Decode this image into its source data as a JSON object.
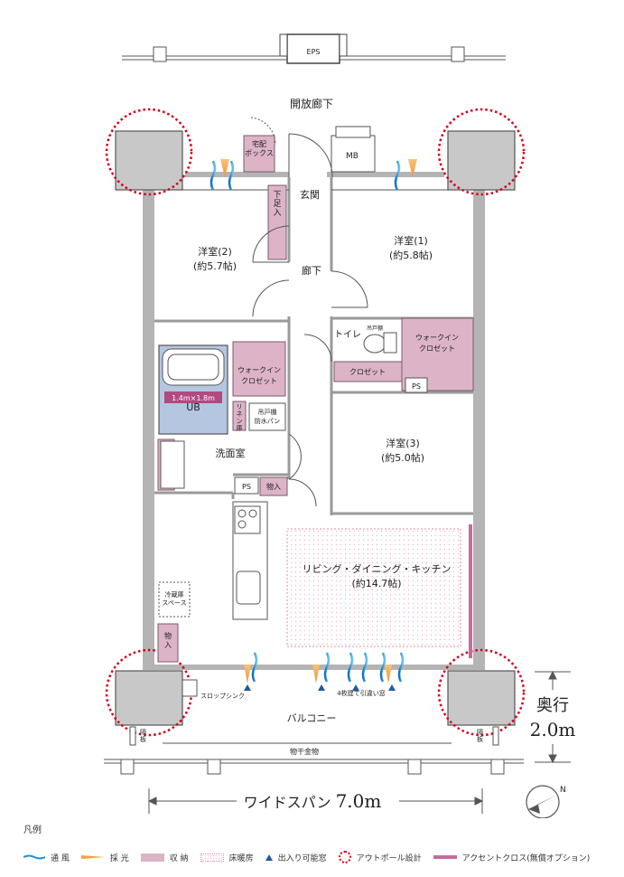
{
  "eps_label": "EPS",
  "corridor_label": "開放廊下",
  "mb_label": "MB",
  "delivery_box_label": "宅配\nボックス",
  "entrance_label": "玄関",
  "shoe_storage_label": "下足入",
  "hallway_label": "廊下",
  "room2": {
    "name": "洋室(2)",
    "size": "(約5.7帖)"
  },
  "room1": {
    "name": "洋室(1)",
    "size": "(約5.8帖)"
  },
  "room3": {
    "name": "洋室(3)",
    "size": "(約5.0帖)"
  },
  "toilet_label": "トイレ",
  "toilet_cabinet_label": "吊戸棚",
  "walkin_closet_label": "ウォークイン\nクロゼット",
  "closet_label": "クロゼット",
  "ps_label": "PS",
  "ub_label": "UB",
  "ub_size": "1.4m×1.8m",
  "linen_label": "リネン庫",
  "washer_label": "吊戸棚\n防水パン",
  "washroom_label": "洗面室",
  "storage_label": "物入",
  "fridge_label": "冷蔵庫\nスペース",
  "ldk": {
    "name": "リビング・ダイニング・キッチン",
    "size": "(約14.7帖)"
  },
  "sliding_window_label": "4枚建て引違い窓",
  "slop_sink_label": "スロップシンク",
  "balcony_label": "バルコニー",
  "partition_label": "隔\n板",
  "drying_rack_label": "物干金物",
  "depth_label": "奥行",
  "depth_value": "2.0m",
  "width_prefix": "ワイドスパン",
  "width_value": "7.0m",
  "compass_label": "N",
  "legend": {
    "title": "凡例",
    "items": [
      {
        "key": "wind",
        "label": "通 風"
      },
      {
        "key": "light",
        "label": "採 光"
      },
      {
        "key": "storage",
        "label": "収 納"
      },
      {
        "key": "floor_heating",
        "label": "床暖房"
      },
      {
        "key": "access_window",
        "label": "出入り可能窓"
      },
      {
        "key": "outpole",
        "label": "アウトポール設計"
      },
      {
        "key": "accent",
        "label": "アクセントクロス(無償オプション)"
      }
    ]
  },
  "colors": {
    "wall": "#b4b4b4",
    "column": "#c8c8c8",
    "storage": "#dcb3c7",
    "bath": "#b4c6e0",
    "outpole": "#d4001a",
    "wind": "#1a8fd6",
    "light": "#f2a040",
    "floor_heating": "#e08ca8",
    "accent": "#c46c9c",
    "window_marker": "#1e5aa0"
  }
}
